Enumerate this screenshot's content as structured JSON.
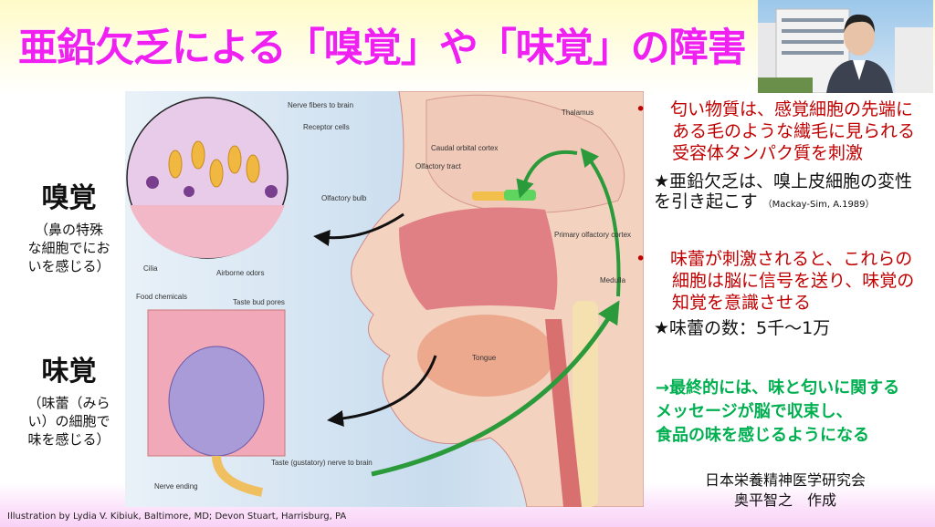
{
  "title": "亜鉛欠乏による「嗅覚」や「味覚」の障害",
  "left": {
    "smell_heading": "嗅覚",
    "smell_note": [
      "（鼻の特殊",
      "な細胞でにお",
      "いを感じる）"
    ],
    "taste_heading": "味覚",
    "taste_note": [
      "（味蕾（みら",
      "い）の細胞で",
      "味を感じる）"
    ]
  },
  "illustration": {
    "labels": {
      "nerve_fibers": "Nerve fibers to brain",
      "receptor_cells": "Receptor cells",
      "cilia": "Cilia",
      "airborne_odors": "Airborne odors",
      "olfactory_bulb": "Olfactory bulb",
      "olfactory_tract": "Olfactory tract",
      "caudal_orbital": "Caudal orbital cortex",
      "thalamus": "Thalamus",
      "primary_olfactory": "Primary olfactory cortex",
      "medulla": "Medulla",
      "food_chemicals": "Food chemicals",
      "taste_bud_pores": "Taste bud pores",
      "tongue": "Tongue",
      "nerve_ending": "Nerve ending",
      "taste_nerve": "Taste (gustatory) nerve to brain"
    }
  },
  "right": {
    "bullet1": "匂い物質は、感覚細胞の先端にある毛のような繊毛に見られる受容体タンパク質を刺激",
    "star1": "★亜鉛欠乏は、嗅上皮細胞の変性を引き起こす",
    "star1_cite": "（Mackay-Sim, A.1989）",
    "bullet2": "味蕾が刺激されると、これらの細胞は脳に信号を送り、味覚の知覚を意識させる",
    "star2": "★味蕾の数：5千～1万",
    "conclusion": [
      "→最終的には、味と匂いに関する",
      "メッセージが脳で収束し、",
      "食品の味を感じるようになる"
    ]
  },
  "credit": [
    "日本栄養精神医学研究会",
    "奥平智之　作成"
  ],
  "footer": "Illustration by Lydia V. Kibiuk, Baltimore, MD; Devon Stuart, Harrisburg, PA",
  "colors": {
    "title": "#f020f0",
    "red": "#c00000",
    "green": "#00b050"
  }
}
